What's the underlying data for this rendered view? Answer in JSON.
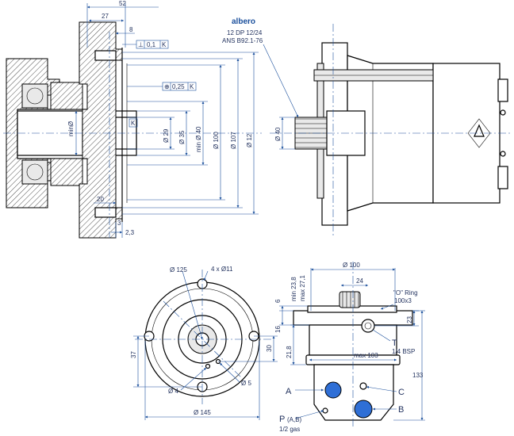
{
  "top_left": {
    "dims_top": [
      "52",
      "27",
      "8"
    ],
    "tol1": "0,1",
    "tol1_ref": "K",
    "tol2": "0,25",
    "tol2_ref": "K",
    "ref_k": "K",
    "vertical_dims": [
      "Ø 29",
      "Ø 35",
      "min Ø 40",
      "Ø 100",
      "Ø 107",
      "Ø 12"
    ],
    "min_label": "minØ",
    "dims_bottom": [
      "20",
      "3",
      "2,3"
    ]
  },
  "top_right": {
    "shaft_title": "albero",
    "shaft_spec1": "12 DP 12/24",
    "shaft_spec2": "ANS B92.1-76",
    "shaft_dia": "Ø 40"
  },
  "bottom_left": {
    "dia_125": "Ø 125",
    "holes": "4 x Ø11",
    "dim_37": "37",
    "dim_30": "30",
    "dia_4": "Ø 4",
    "dia_5": "Ø 5",
    "dia_145": "Ø 145"
  },
  "bottom_right": {
    "dia_100": "Ø 100",
    "min_238": "min 23,8",
    "max_271": "max 27,1",
    "dim_24": "24",
    "oring1": "\"O\" Ring",
    "oring2": "100x3",
    "dim_6": "6",
    "dim_16": "16",
    "dim_23": "23",
    "dim_218": "21,8",
    "max_103": "max 103",
    "port_t": "T",
    "port_t_spec": "1/4 BSP",
    "dim_133": "133",
    "port_a": "A",
    "port_c": "C",
    "port_b": "B",
    "port_p": "P",
    "port_p_sub": "(A,B)",
    "port_p_spec": "1/2 gas"
  }
}
